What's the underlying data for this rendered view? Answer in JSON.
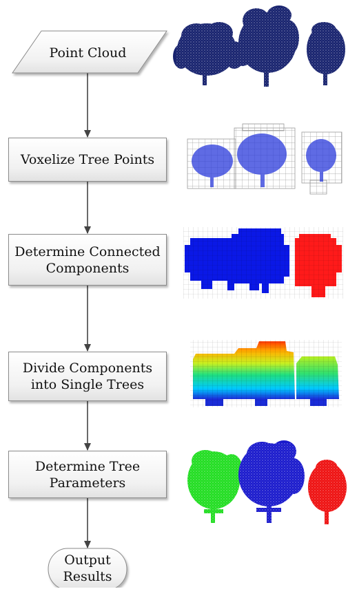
{
  "flowchart": {
    "start": "Point Cloud",
    "steps": [
      "Voxelize Tree Points",
      "Determine Connected\nComponents",
      "Divide Components\ninto Single Trees",
      "Determine Tree\nParameters"
    ],
    "end": "Output\nResults"
  },
  "colors": {
    "point_cloud": "#17226e",
    "voxel_wire": "#a8a8a8",
    "component_blue": "#0a18e6",
    "component_red": "#ff1a1a",
    "tree_green": "#22dd22",
    "tree_blue": "#1a1acc",
    "tree_red": "#ee1111",
    "connector": "#444444"
  },
  "illustrations": [
    "point-cloud-trees",
    "voxelized-trees",
    "connected-components",
    "height-colored-components",
    "segmented-trees"
  ]
}
